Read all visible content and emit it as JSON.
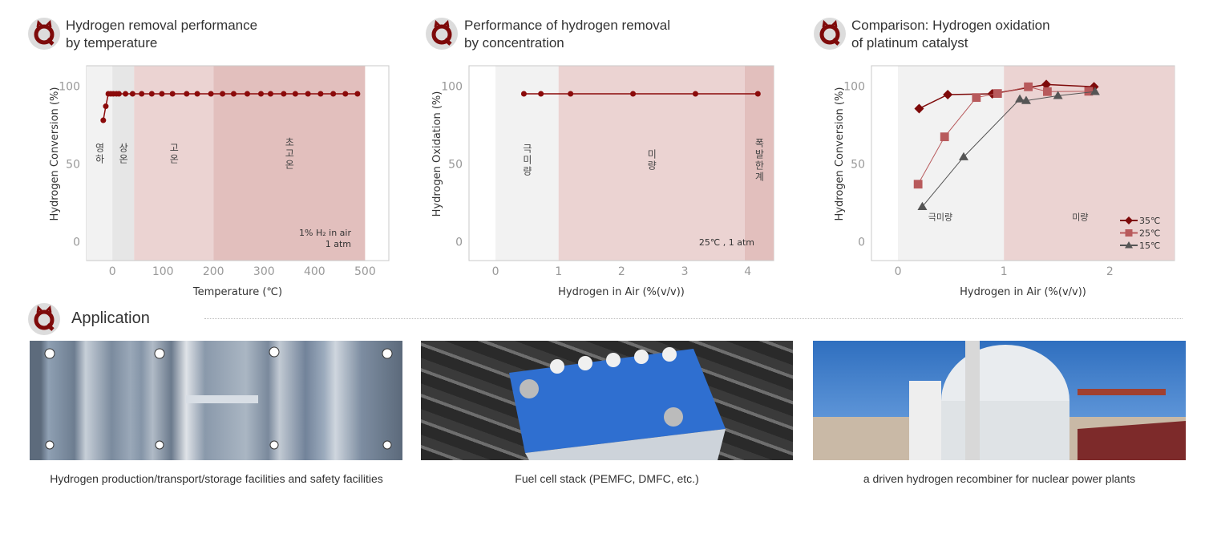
{
  "charts": [
    {
      "title_line1": "Hydrogen removal performance",
      "title_line2": "by temperature"
    },
    {
      "title_line1": "Performance of hydrogen removal",
      "title_line2": "by concentration"
    },
    {
      "title_line1": "Comparison: Hydrogen oxidation",
      "title_line2": "of platinum catalyst"
    }
  ],
  "chart_data": [
    {
      "type": "line",
      "title": "Hydrogen removal performance by temperature",
      "xlabel": "Temperature (℃)",
      "ylabel": "Hydrogen Conversion (%)",
      "xlim": [
        -51,
        547
      ],
      "ylim": [
        -12,
        113
      ],
      "xticks": [
        0,
        100,
        200,
        300,
        400,
        500
      ],
      "yticks": [
        0,
        50,
        100
      ],
      "regions": [
        {
          "label": "영하",
          "from": -51,
          "to": 0,
          "color": "#f2f2f2"
        },
        {
          "label": "상온",
          "from": 0,
          "to": 43,
          "color": "#e6e6e6"
        },
        {
          "label": "고온",
          "from": 43,
          "to": 200,
          "color": "#ebd3d2"
        },
        {
          "label": "초고온",
          "from": 200,
          "to": 500,
          "color": "#e2bfbd"
        }
      ],
      "annotations": [
        "1% H₂ in air",
        "1 atm"
      ],
      "series": [
        {
          "name": "conversion",
          "color": "#8b0a0a",
          "marker": "circle",
          "x": [
            -18,
            -13,
            -8,
            -3,
            2,
            8,
            13,
            26,
            40,
            58,
            78,
            98,
            119,
            147,
            168,
            195,
            218,
            240,
            267,
            294,
            313,
            339,
            362,
            387,
            412,
            437,
            461,
            485
          ],
          "y": [
            78,
            87,
            95,
            95,
            95,
            95,
            95,
            95,
            95,
            95,
            95,
            95,
            95,
            95,
            95,
            95,
            95,
            95,
            95,
            95,
            95,
            95,
            95,
            95,
            95,
            95,
            95,
            95
          ]
        }
      ]
    },
    {
      "type": "line",
      "title": "Performance of hydrogen removal by concentration",
      "xlabel": "Hydrogen in Air (%(v/v))",
      "ylabel": "Hydrogen Oxidation (%)",
      "xlim": [
        -0.42,
        4.41
      ],
      "ylim": [
        -12,
        113
      ],
      "xticks": [
        0,
        1,
        2,
        3,
        4
      ],
      "yticks": [
        0,
        50,
        100
      ],
      "regions": [
        {
          "label": "극미량",
          "from": 0,
          "to": 1,
          "color": "#f2f2f2"
        },
        {
          "label": "미량",
          "from": 1,
          "to": 3.95,
          "color": "#ebd3d2"
        },
        {
          "label": "폭발한계",
          "from": 3.95,
          "to": 4.41,
          "color": "#e2bfbd"
        }
      ],
      "annotations": [
        "25℃ , 1 atm"
      ],
      "series": [
        {
          "name": "oxidation",
          "color": "#8b0a0a",
          "marker": "circle",
          "x": [
            0.45,
            0.72,
            1.19,
            2.18,
            3.17,
            4.16
          ],
          "y": [
            95,
            95,
            95,
            95,
            95,
            95
          ]
        }
      ]
    },
    {
      "type": "line",
      "title": "Comparison: Hydrogen oxidation of platinum catalyst",
      "xlabel": "Hydrogen in Air (%(v/v))",
      "ylabel": "Hydrogen Conversion (%)",
      "xlim": [
        -0.25,
        2.61
      ],
      "ylim": [
        -12,
        113
      ],
      "xticks": [
        0,
        1,
        2
      ],
      "yticks": [
        0,
        50,
        100
      ],
      "regions": [
        {
          "label": "극미량",
          "from": 0,
          "to": 1,
          "color": "#f2f2f2"
        },
        {
          "label": "미량",
          "from": 1,
          "to": 2.61,
          "color": "#ebd3d2"
        }
      ],
      "legend": "bottom-right",
      "series": [
        {
          "name": "35℃",
          "color": "#7e0a0a",
          "marker": "diamond",
          "x": [
            0.2,
            0.47,
            0.89,
            1.4,
            1.85
          ],
          "y": [
            85.5,
            94.5,
            95,
            101,
            99.5
          ]
        },
        {
          "name": "25℃",
          "color": "#b85a5c",
          "marker": "square",
          "x": [
            0.19,
            0.44,
            0.74,
            0.94,
            1.23,
            1.41,
            1.8
          ],
          "y": [
            37,
            67.4,
            92.6,
            95.2,
            99.5,
            96.4,
            96.6
          ]
        },
        {
          "name": "15℃",
          "color": "#555555",
          "marker": "triangle",
          "x": [
            0.23,
            0.62,
            1.15,
            1.21,
            1.51,
            1.86
          ],
          "y": [
            22.6,
            54.5,
            91.6,
            90.6,
            93.8,
            96.4
          ]
        }
      ]
    }
  ],
  "application": {
    "title": "Application",
    "items": [
      {
        "caption": "Hydrogen production/transport/storage facilities and safety facilities"
      },
      {
        "caption": "Fuel cell stack (PEMFC, DMFC, etc.)"
      },
      {
        "caption": "a driven hydrogen recombiner for nuclear power plants"
      }
    ]
  }
}
